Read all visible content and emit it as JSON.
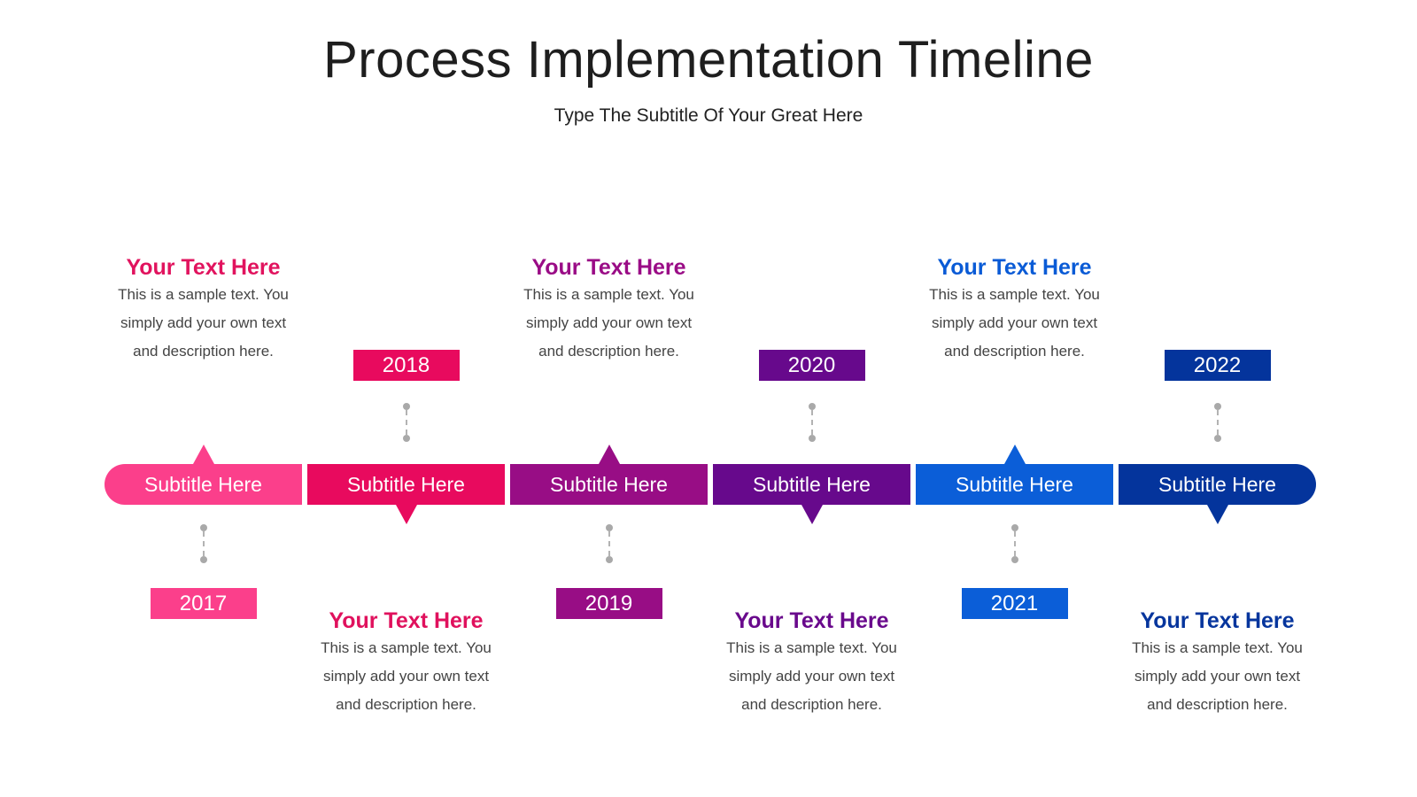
{
  "title": "Process Implementation Timeline",
  "subtitle": "Type The Subtitle Of Your Great Here",
  "timeline": [
    {
      "year": "2017",
      "segment_label": "Subtitle Here",
      "heading": "Your Text Here",
      "description": "This is a sample text. You simply add your own text and description here.",
      "color": "#fb3f8b",
      "heading_color": "#e1135e",
      "text_position": "top"
    },
    {
      "year": "2018",
      "segment_label": "Subtitle Here",
      "heading": "Your Text Here",
      "description": "This is a sample text. You simply add your own text and description here.",
      "color": "#e80a5e",
      "heading_color": "#e0115d",
      "text_position": "bottom"
    },
    {
      "year": "2019",
      "segment_label": "Subtitle Here",
      "heading": "Your Text Here",
      "description": "This is a sample text. You simply add your own text and description here.",
      "color": "#980d85",
      "heading_color": "#9a0c86",
      "text_position": "top"
    },
    {
      "year": "2020",
      "segment_label": "Subtitle Here",
      "heading": "Your Text Here",
      "description": "This is a sample text. You simply add your own text and description here.",
      "color": "#67098c",
      "heading_color": "#69098c",
      "text_position": "bottom"
    },
    {
      "year": "2021",
      "segment_label": "Subtitle Here",
      "heading": "Your Text Here",
      "description": "This is a sample text. You simply add your own text and description here.",
      "color": "#0b5ed8",
      "heading_color": "#0a5bd6",
      "text_position": "top"
    },
    {
      "year": "2022",
      "segment_label": "Subtitle Here",
      "heading": "Your Text Here",
      "description": "This is a sample text. You simply add your own text and description here.",
      "color": "#04349c",
      "heading_color": "#06359d",
      "text_position": "bottom"
    }
  ]
}
